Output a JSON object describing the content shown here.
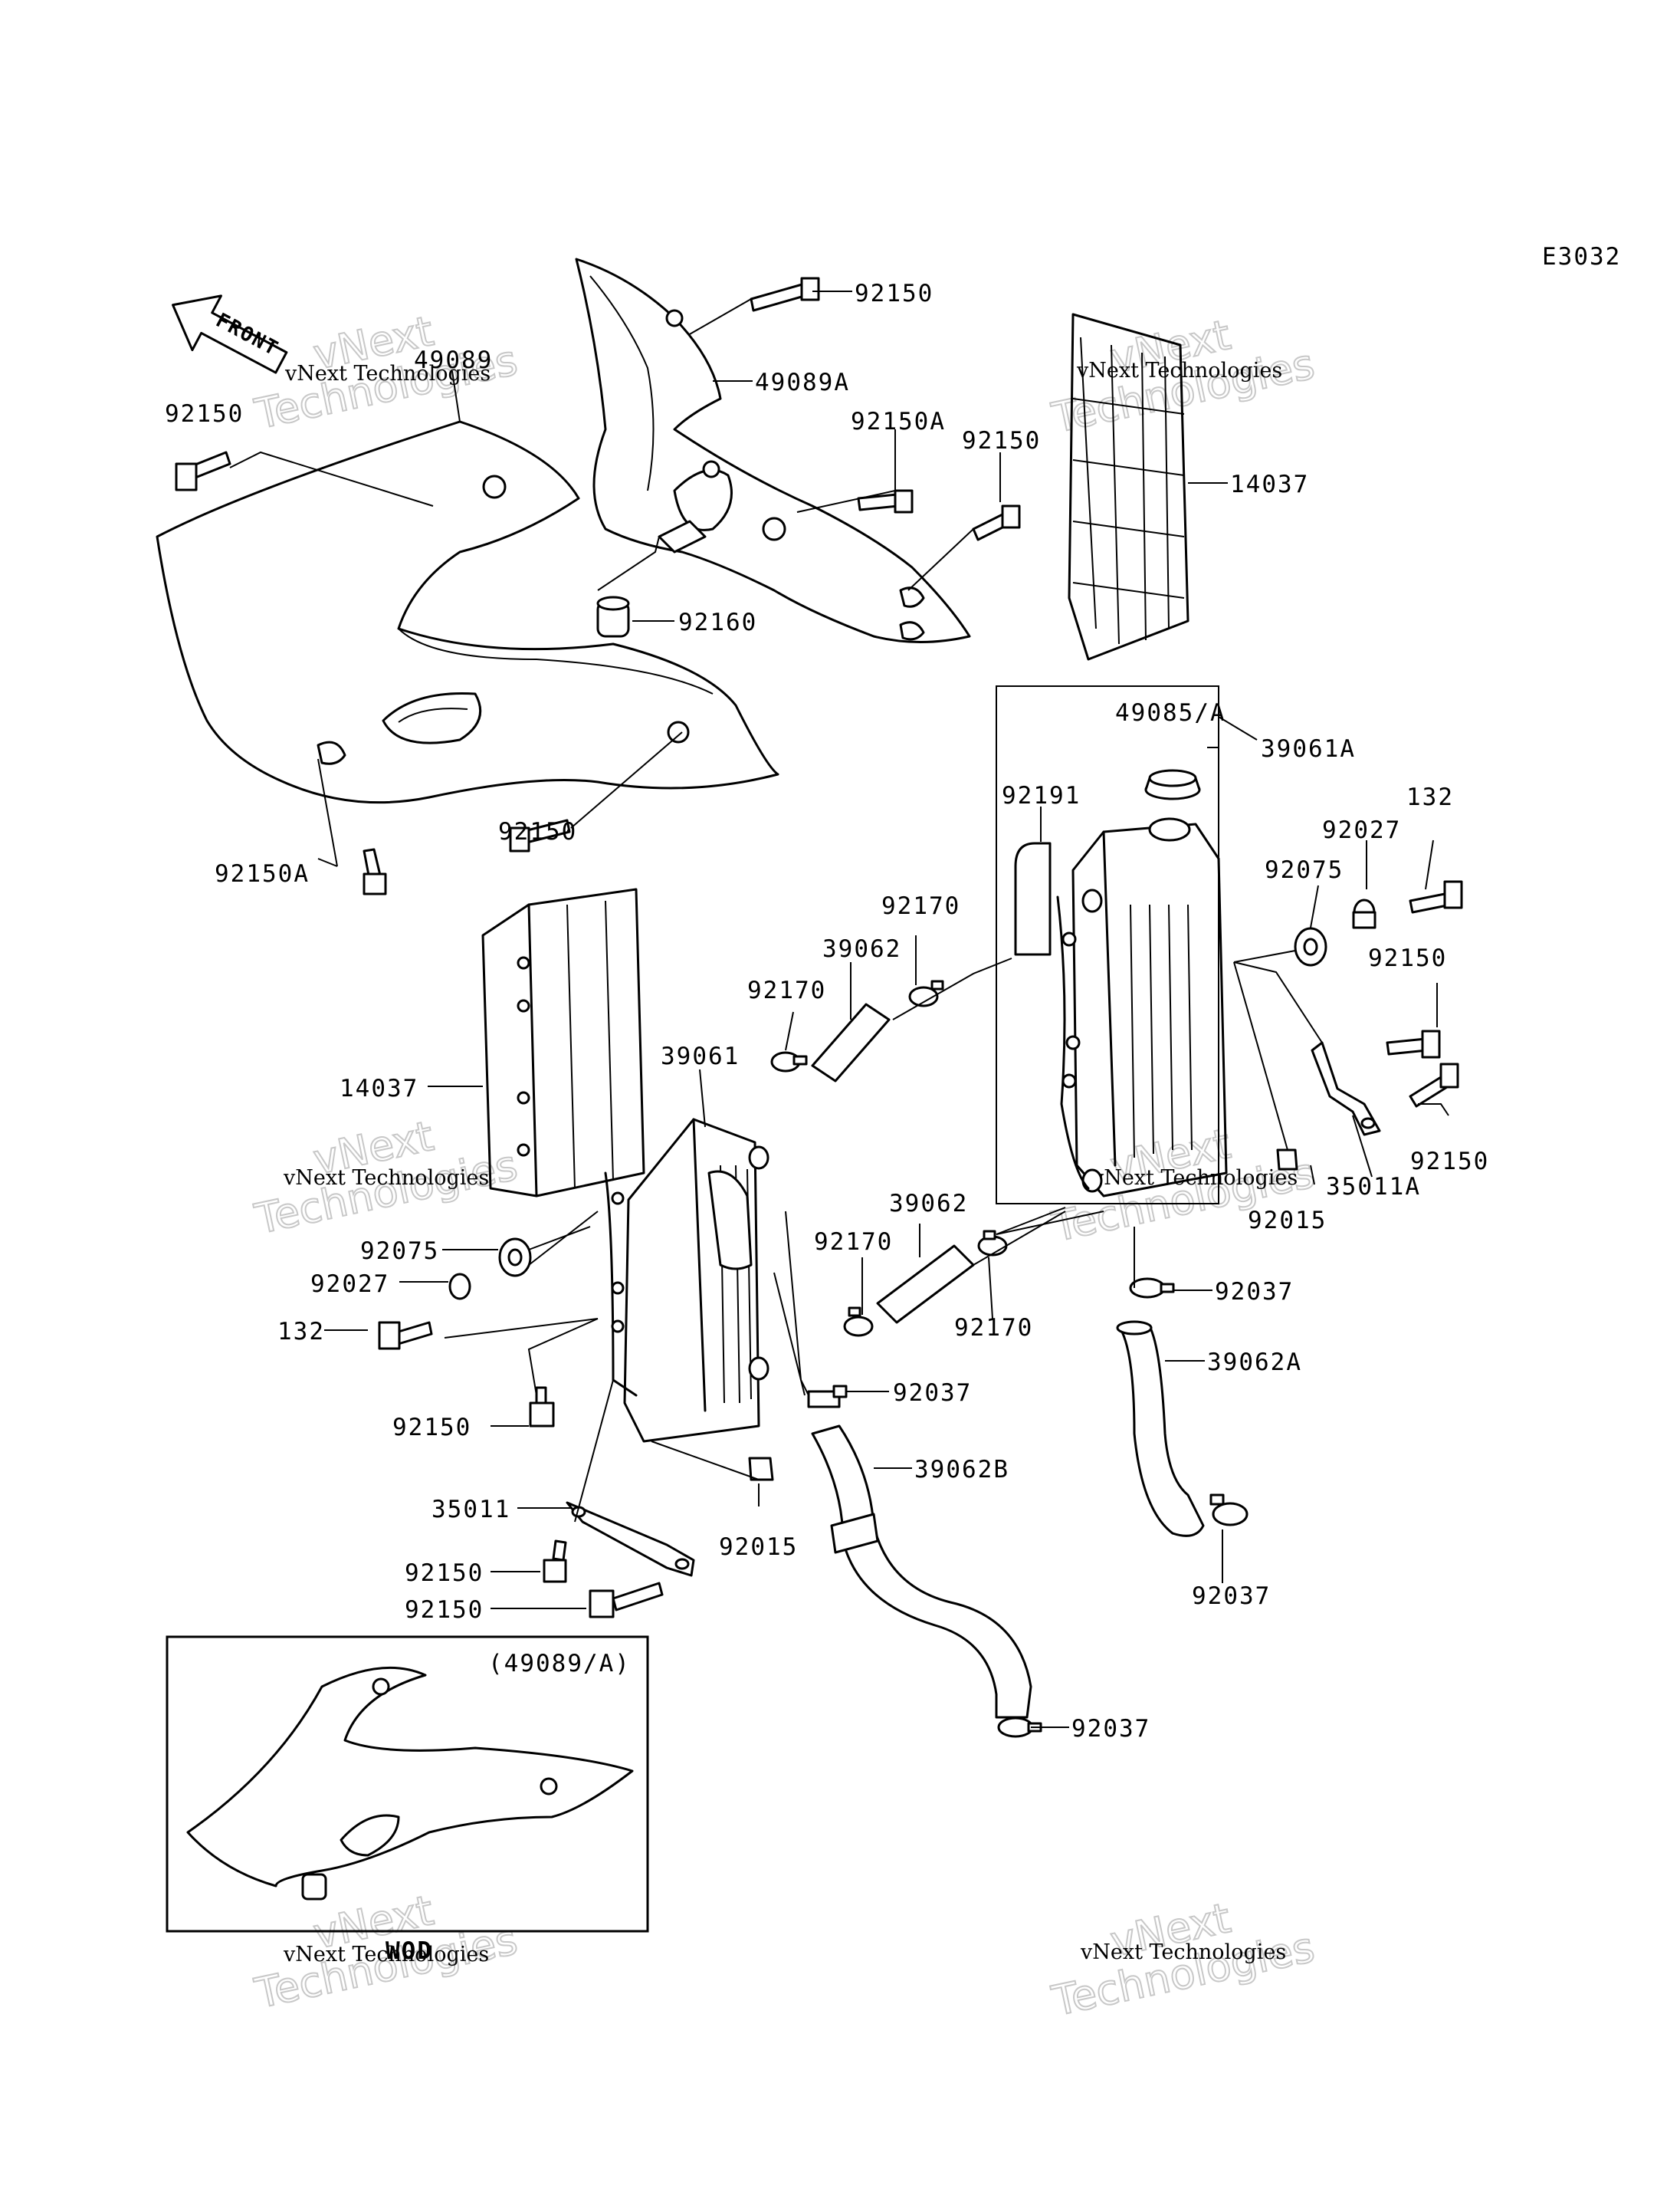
{
  "diagram_code": "E3032",
  "front_label": "FRONT",
  "inset": {
    "title": "(49089/A)",
    "caption": "WOD"
  },
  "watermark": {
    "brand": "vNext",
    "word": "Technologies",
    "full": "vNext Technologies"
  },
  "callouts": {
    "c49089": "49089",
    "c92150_top": "92150",
    "c49089A": "49089A",
    "c92150_left": "92150",
    "c92150A_mid": "92150A",
    "c92150_mid": "92150",
    "c14037_right": "14037",
    "c92160": "92160",
    "c49085A": "49085/A",
    "c39061A": "39061A",
    "c92191": "92191",
    "c92027_right": "92027",
    "c132_right": "132",
    "c92075_right": "92075",
    "c92150_shroud": "92150",
    "c92150A_left": "92150A",
    "c92170_a": "92170",
    "c39062_a": "39062",
    "c92170_b": "92170",
    "c92150_rr": "92150",
    "c14037_left": "14037",
    "c39061": "39061",
    "c92150_rr2": "92150",
    "c35011A": "35011A",
    "c92015_right": "92015",
    "c39062_b": "39062",
    "c92170_c": "92170",
    "c92037_right": "92037",
    "c92075_left": "92075",
    "c92027_left": "92027",
    "c132_left": "132",
    "c92170_d": "92170",
    "c39062A": "39062A",
    "c92037_mid": "92037",
    "c92150_lower": "92150",
    "c39062B": "39062B",
    "c35011": "35011",
    "c92015_left": "92015",
    "c92150_b1": "92150",
    "c92037_low": "92037",
    "c92150_b2": "92150",
    "c92037_bottom": "92037"
  }
}
